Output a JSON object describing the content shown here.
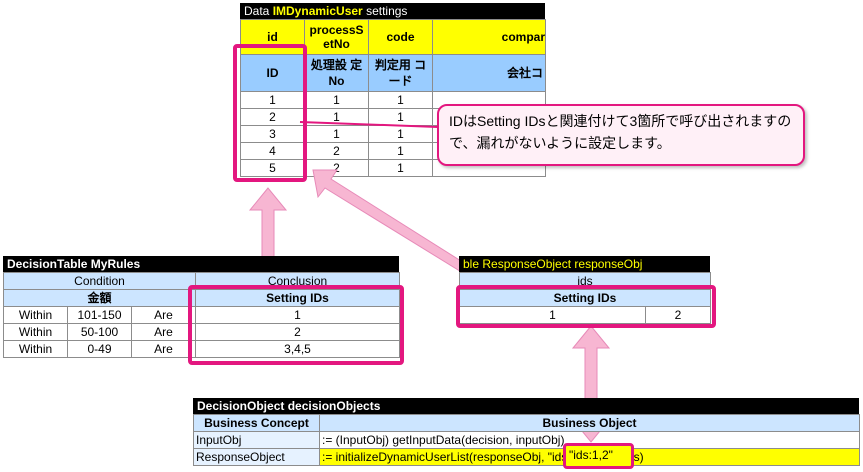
{
  "dynamic_user": {
    "title_prefix": "Data ",
    "title_name": "IMDynamicUser",
    "title_suffix": " settings",
    "headers": [
      "id",
      "processS etNo",
      "code",
      "compar"
    ],
    "subheaders": [
      "ID",
      "処理設 定No",
      "判定用 コード",
      "会社コ"
    ],
    "rows": [
      [
        "1",
        "1",
        "1"
      ],
      [
        "2",
        "1",
        "1"
      ],
      [
        "3",
        "1",
        "1"
      ],
      [
        "4",
        "2",
        "1"
      ],
      [
        "5",
        "2",
        "1"
      ]
    ]
  },
  "callout": {
    "text": "IDはSetting IDsと関連付けて3箇所で呼び出されますので、漏れがないように設定します。"
  },
  "decision_table": {
    "title": "DecisionTable MyRules",
    "condition_label": "Condition",
    "conclusion_label": "Conclusion",
    "amount_label": "金額",
    "setting_ids_label": "Setting IDs",
    "rows": [
      [
        "Within",
        "101-150",
        "Are",
        "1"
      ],
      [
        "Within",
        "50-100",
        "Are",
        "2"
      ],
      [
        "Within",
        "0-49",
        "Are",
        "3,4,5"
      ]
    ]
  },
  "response_object": {
    "title": "ble ResponseObject responseObj",
    "ids_label": "ids",
    "setting_ids_label": "Setting IDs",
    "values": [
      "1",
      "2"
    ]
  },
  "decision_objects": {
    "title": "DecisionObject decisionObjects",
    "col1": "Business Concept",
    "col2": "Business Object",
    "rows": [
      [
        "InputObj",
        ":= (InputObj) getInputData(decision, inputObj)"
      ],
      [
        "ResponseObject",
        ":= initializeDynamicUserList(responseObj, \"ids:1,2\", settings)"
      ]
    ],
    "highlight": "\"ids:1,2\""
  },
  "colors": {
    "accent_pink": "#e3177f",
    "arrow_pink": "#f7b6d2",
    "header_yellow": "#ffff00",
    "header_blue": "#99ccff"
  }
}
